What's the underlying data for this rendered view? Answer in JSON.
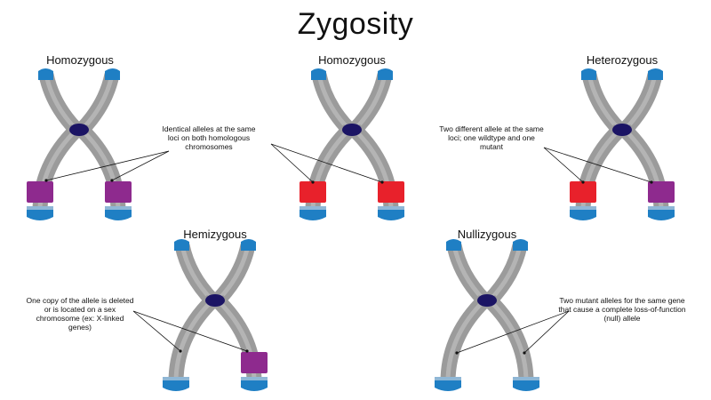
{
  "title": "Zygosity",
  "panels": [
    {
      "title": "Homozygous",
      "annotation": "Identical alleles at the same loci on both homologous chromosomes",
      "left_allele": "mutant",
      "right_allele": "mutant"
    },
    {
      "title": "Homozygous",
      "annotation": "",
      "left_allele": "wildtype",
      "right_allele": "wildtype"
    },
    {
      "title": "Heterozygous",
      "annotation": "Two different allele at the same loci; one wildtype and one mutant",
      "left_allele": "wildtype",
      "right_allele": "mutant"
    },
    {
      "title": "Hemizygous",
      "annotation": "One copy of the allele is deleted or is located on a sex chromosome (ex: X-linked genes)",
      "left_allele": "absent",
      "right_allele": "mutant"
    },
    {
      "title": "Nullizygous",
      "annotation": "Two mutant alleles for the same gene that cause a complete loss-of-function (null) allele",
      "left_allele": "absent",
      "right_allele": "absent"
    }
  ],
  "colors": {
    "chromatid": "#9b9b9b",
    "chromatid_highlight": "#c8c8c8",
    "centromere": "#1b1464",
    "telomere": "#1f7fc4",
    "mutant_allele": "#8e2a8e",
    "wildtype_allele": "#e8212b",
    "allele_band_edge": "#b0b0b0"
  }
}
